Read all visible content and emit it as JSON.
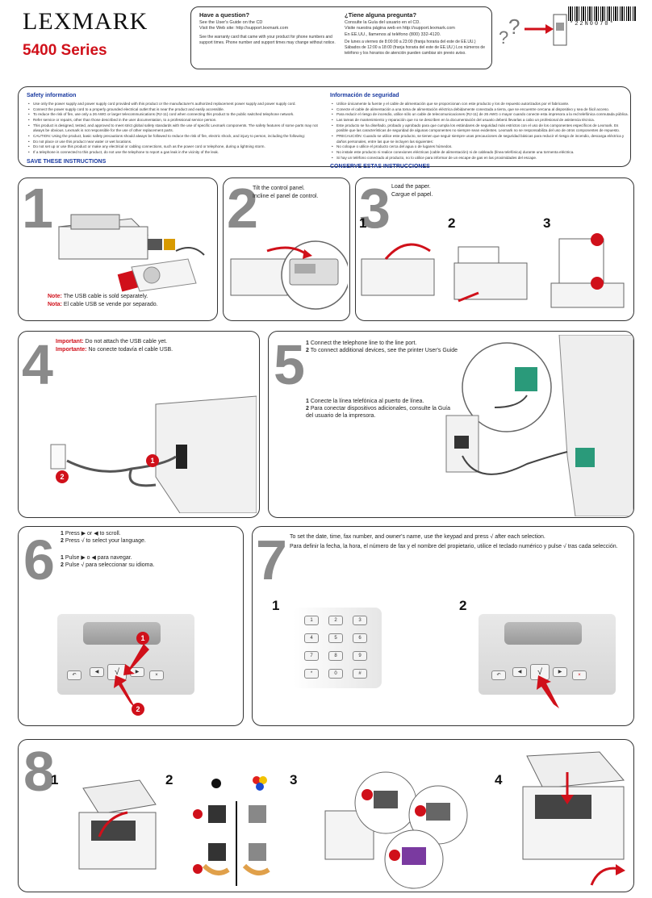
{
  "header": {
    "brand": "LEXMARK",
    "series": "5400 Series",
    "help_en": {
      "title": "Have a question?",
      "items": [
        "See the User's Guide on the CD",
        "Visit the Web site: http://support.lexmark.com"
      ],
      "note": "See the warranty card that came with your product for phone numbers and support times. Phone number and support times may change without notice."
    },
    "help_es": {
      "title": "¿Tiene alguna pregunta?",
      "items": [
        "Consulte la Guía del usuario en el CD.",
        "Visite nuestra página web en http://support.lexmark.com",
        "En EE.UU., llamenos al teléfono (800) 332-4120."
      ],
      "note": "De lunes a viernes de 8:00:00 a 23:00 (franja horaria del este de EE.UU.) Sábados de 12:00 a 18:00 (franja horaria del este de EE.UU.) Los números de teléfono y los horarios de atención pueden cambiar sin previo aviso."
    },
    "barcode_text": "*22N0070*"
  },
  "safety": {
    "en": {
      "title": "Safety information",
      "bullets": [
        "Use only the power supply and power supply cord provided with this product or the manufacturer's authorized replacement power supply and power supply cord.",
        "Connect the power supply cord to a properly grounded electrical outlet that is near the product and easily accessible.",
        "To reduce the risk of fire, use only a 26 AWG or larger telecommunications (RJ-11) cord when connecting this product to the public switched telephone network.",
        "Refer service or repairs, other than those described in the user documentation, to a professional service person.",
        "This product is designed, tested, and approved to meet strict global safety standards with the use of specific Lexmark components. The safety features of some parts may not always be obvious. Lexmark is not responsible for the use of other replacement parts.",
        "CAUTION: Using the product, basic safety precautions should always be followed to reduce the risk of fire, electric shock, and injury to person, including the following:",
        "Do not place or use this product near water or wet locations.",
        "Do not set up or use this product or make any electrical or cabling connections, such as the power cord or telephone, during a lightning storm.",
        "If a telephone is connected to this product, do not use the telephone to report a gas leak in the vicinity of the leak."
      ],
      "save": "SAVE THESE INSTRUCTIONS"
    },
    "es": {
      "title": "Información de seguridad",
      "bullets": [
        "Utilice únicamente la fuente y el cable de alimentación que se proporcionan con este producto y los de repuesto autorizados por el fabricante.",
        "Conecte el cable de alimentación a una toma de alimentación eléctrica debidamente conectada a tierra, que se encuentre cercana al dispositivo y sea de fácil acceso.",
        "Para reducir el riesgo de incendio, utilice sólo un cable de telecomunicaciones (RJ-11) de 26 AWG o mayor cuando conecte esta impresora a la red telefónica conmutada pública.",
        "Las tareas de mantenimiento y reparación que no se describen en la documentación del usuario deberá llevarlas a cabo un profesional de asistencia técnica.",
        "Este producto se ha diseñado, probado y aprobado para que cumpla los estándares de seguridad más estrictos con el uso de los componentes específicos de Lexmark. Es posible que las características de seguridad de algunas componentes no siempre sean evidentes. Lexmark no se responsabiliza del uso de otros componentes de repuesto.",
        "PRECAUCIÓN: Cuando se utilice este producto, se tienen que seguir siempre unas precauciones de seguridad básicas para reducir el riesgo de incendio, descarga eléctrica y daños personales, entre las que se incluyen las siguientes:",
        "No coloque o utilice el producto cerca del agua o de lugares húmedos.",
        "No instale este producto ni realice conexiones eléctricas (cable de alimentación) ni de cableado (línea telefónica) durante una tormenta eléctrica.",
        "Si hay un teléfono conectado al producto, no lo utilice para informar de un escape de gas en las proximidades del escape."
      ],
      "save": "CONSERVE ESTAS INSTRUCCIONES"
    }
  },
  "steps": {
    "s1": {
      "num": "1",
      "note_label_en": "Note:",
      "note_en": " The USB cable is sold separately.",
      "note_label_es": "Nota:",
      "note_es": " El cable USB se vende por separado."
    },
    "s2": {
      "num": "2",
      "line_en": "Tilt the control panel.",
      "line_es": "Incline el panel de control."
    },
    "s3": {
      "num": "3",
      "line_en": "Load the paper.",
      "line_es": "Cargue el papel.",
      "subs": [
        "1",
        "2",
        "3"
      ]
    },
    "s4": {
      "num": "4",
      "label_en": "Important:",
      "text_en": " Do not attach the USB cable yet.",
      "label_es": "Importante:",
      "text_es": " No conecte todavía el cable USB.",
      "callouts": [
        "1",
        "2"
      ]
    },
    "s5": {
      "num": "5",
      "en": [
        {
          "n": "1",
          "t": "Connect the telephone line to the line port."
        },
        {
          "n": "2",
          "t": "To connect additional devices, see the printer User's Guide"
        }
      ],
      "es": [
        {
          "n": "1",
          "t": "Conecte la línea telefónica al puerto de línea."
        },
        {
          "n": "2",
          "t": "Para conectar dispositivos adicionales, consulte la Guía del usuario de la impresora."
        }
      ]
    },
    "s6": {
      "num": "6",
      "en": [
        {
          "n": "1",
          "t": "Press ▶ or ◀ to scroll."
        },
        {
          "n": "2",
          "t": "Press √ to select your language."
        }
      ],
      "es": [
        {
          "n": "1",
          "t": "Pulse ▶ o ◀ para navegar."
        },
        {
          "n": "2",
          "t": "Pulse √ para seleccionar su idioma."
        }
      ],
      "callouts": [
        "1",
        "2"
      ]
    },
    "s7": {
      "num": "7",
      "line_en": "To set the date, time, fax number, and owner's name, use the keypad and press √ after each selection.",
      "line_es": "Para definir la fecha, la hora, el número de fax y el nombre del propietario, utilice el teclado numérico y pulse √ tras cada selección.",
      "subs": [
        "1",
        "2"
      ],
      "keys": [
        "1",
        "2",
        "3",
        "4",
        "5",
        "6",
        "7",
        "8",
        "9",
        "*",
        "0",
        "#"
      ]
    },
    "s8": {
      "num": "8",
      "subs": [
        "1",
        "2",
        "3",
        "4"
      ]
    }
  }
}
